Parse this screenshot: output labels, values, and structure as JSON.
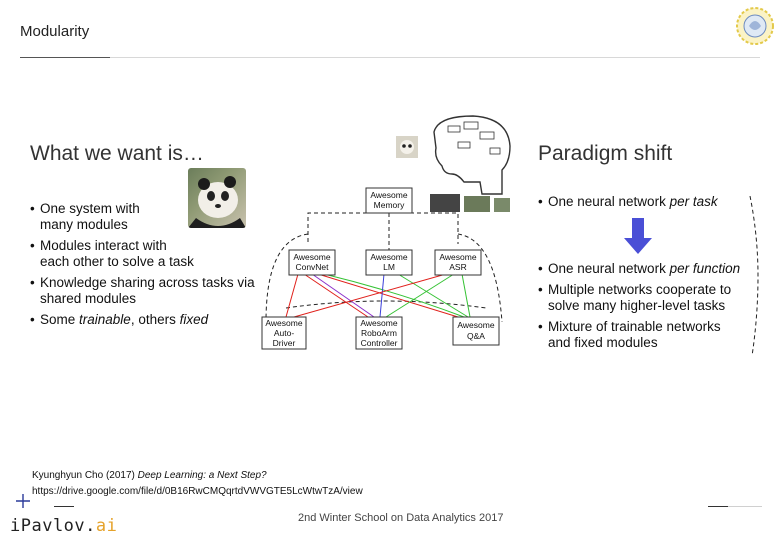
{
  "slide": {
    "title": "Modularity"
  },
  "left": {
    "heading": "What we want is…",
    "bullets": [
      {
        "line1": "One system with",
        "line2": "many modules"
      },
      {
        "line1": "Modules interact with",
        "line2": "each other to solve a task"
      },
      {
        "line1": "Knowledge sharing across tasks via",
        "line2": "shared modules"
      }
    ],
    "last_bullet": {
      "pre": "Some ",
      "em1": "trainable",
      "mid": ", others ",
      "em2": "fixed"
    }
  },
  "diagram": {
    "memory": [
      "Awesome",
      "Memory"
    ],
    "convnet": [
      "Awesome",
      "ConvNet"
    ],
    "lm": [
      "Awesome",
      "LM"
    ],
    "asr": [
      "Awesome",
      "ASR"
    ],
    "autodriver": [
      "Awesome",
      "Auto-",
      "Driver"
    ],
    "roboarm": [
      "Awesome",
      "RoboArm",
      "Controller"
    ],
    "qa": [
      "Awesome",
      "Q&A"
    ],
    "colors": {
      "red": "#e0201b",
      "blue": "#3b3fd9",
      "green": "#35c234",
      "purple": "#8b2fc9"
    }
  },
  "right": {
    "heading": "Paradigm shift",
    "bullet1": {
      "pre": "One neural network ",
      "em": "per task"
    },
    "bullet2": {
      "pre": "One neural network ",
      "em": "per function"
    },
    "bullet3": {
      "line1": "Multiple networks cooperate to",
      "line2": "solve many higher-level tasks"
    },
    "bullet4": {
      "line1": "Mixture of trainable networks",
      "line2": "and fixed modules"
    },
    "arrow_color": "#4a4fd6"
  },
  "citation": {
    "author": "Kyunghyun Cho (2017) ",
    "title": "Deep Learning: a Next Step?",
    "url": "https://drive.google.com/file/d/0B16RwCMQqrtdVWVGTE5LcWtwTzA/view"
  },
  "footer": {
    "event": "2nd Winter School on Data Analytics 2017",
    "brand_main": "iPavlov.",
    "brand_ai": "ai"
  }
}
